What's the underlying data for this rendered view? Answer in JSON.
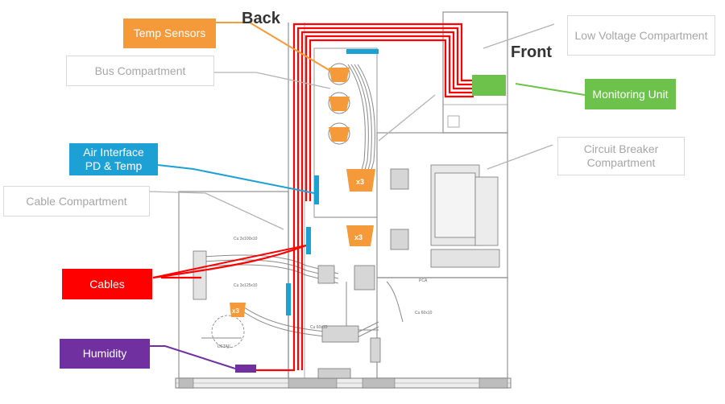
{
  "headings": {
    "back": "Back",
    "front": "Front"
  },
  "labels": {
    "temp_sensors": "Temp Sensors",
    "bus_compartment": "Bus Compartment",
    "air_interface": "Air Interface\nPD & Temp",
    "cable_compartment": "Cable Compartment",
    "cables": "Cables",
    "humidity": "Humidity",
    "low_voltage_compartment": "Low Voltage Compartment",
    "monitoring_unit": "Monitoring Unit",
    "circuit_breaker_compartment": "Circuit Breaker\nCompartment"
  },
  "multipliers": {
    "sensor_group_1": "x3",
    "sensor_group_2": "x3",
    "sensor_group_3": "x3"
  },
  "colors": {
    "orange": "#f59a3a",
    "red": "#ff0000",
    "blue": "#1da1d5",
    "green": "#6cc24a",
    "purple": "#7030a0",
    "gray_label_text": "#a6a6a6",
    "line": "#8a8a8a"
  },
  "icons": [
    "temperature-sensor-icon",
    "pd-temp-sensor-icon",
    "humidity-sensor-icon",
    "monitoring-unit-icon"
  ]
}
